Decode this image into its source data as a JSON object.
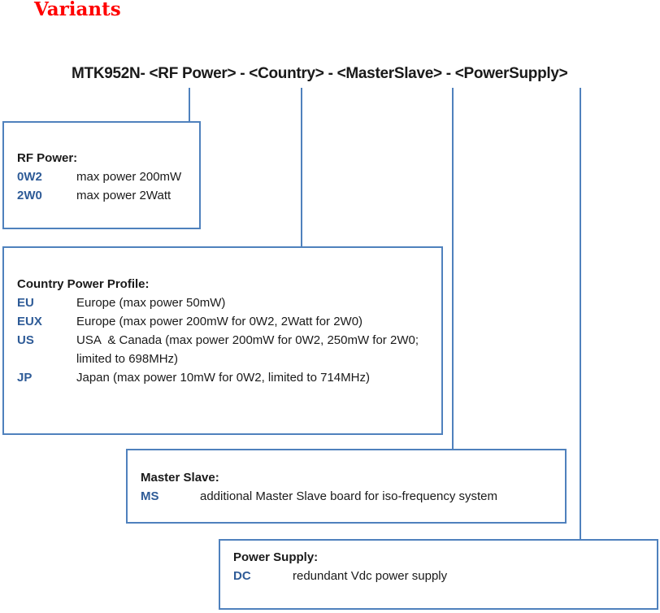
{
  "heading": {
    "text": "Variants"
  },
  "model_line": {
    "text": "MTK952N- <RF Power> - <Country> - <MasterSlave> - <PowerSupply>"
  },
  "colors": {
    "heading": "#FF0000",
    "box_border": "#4F81BD",
    "connector": "#4F81BD",
    "code": "#2E5B97",
    "text": "#1A1A1A"
  },
  "boxes": [
    {
      "id": "rf-power",
      "title": "RF Power:",
      "entries": [
        {
          "code": "0W2",
          "description": "max power 200mW"
        },
        {
          "code": "2W0",
          "description": "max power 2Watt"
        }
      ]
    },
    {
      "id": "country",
      "title": "Country Power Profile:",
      "entries": [
        {
          "code": "EU",
          "description": "Europe (max power 50mW)"
        },
        {
          "code": "EUX",
          "description": "Europe (max power 200mW for 0W2, 2Watt for 2W0)"
        },
        {
          "code": "US",
          "description": "USA  & Canada (max power 200mW for 0W2, 250mW for 2W0;\nlimited to 698MHz)"
        },
        {
          "code": "JP",
          "description": "Japan (max power 10mW for 0W2, limited to 714MHz)"
        }
      ]
    },
    {
      "id": "master-slave",
      "title": "Master Slave:",
      "entries": [
        {
          "code": "MS",
          "description": "additional Master Slave board for iso-frequency system"
        }
      ]
    },
    {
      "id": "power-supply",
      "title": "Power Supply:",
      "entries": [
        {
          "code": "DC",
          "description": "redundant Vdc power supply"
        }
      ]
    }
  ]
}
